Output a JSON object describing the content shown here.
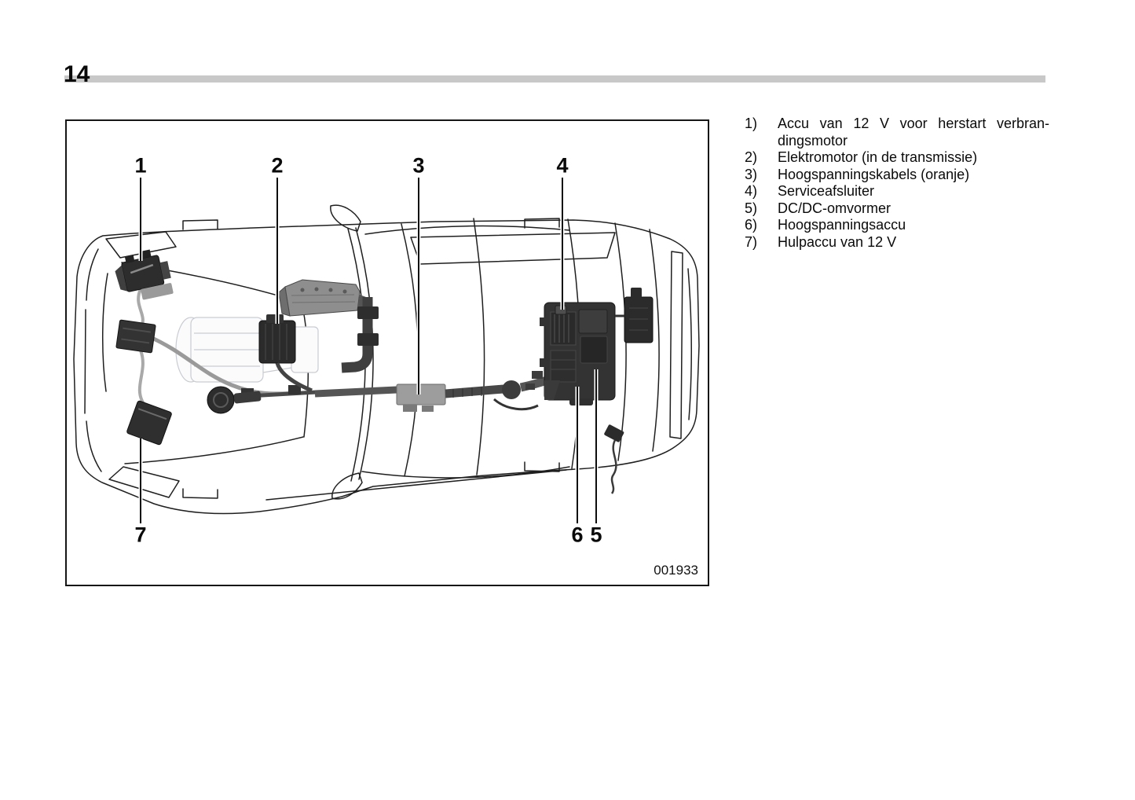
{
  "page": {
    "number": "14"
  },
  "figure": {
    "code": "001933",
    "callouts": {
      "top": [
        {
          "label": "1"
        },
        {
          "label": "2"
        },
        {
          "label": "3"
        },
        {
          "label": "4"
        }
      ],
      "bottom": [
        {
          "label": "7"
        },
        {
          "label": "6"
        },
        {
          "label": "5"
        }
      ]
    },
    "description": "top-view-car-hybrid-components-diagram"
  },
  "legend": {
    "items": [
      {
        "num": "1)",
        "text": "Accu van 12 V voor herstart verbran-",
        "text2": "dingsmotor"
      },
      {
        "num": "2)",
        "text": "Elektromotor (in de transmissie)",
        "text2": ""
      },
      {
        "num": "3)",
        "text": "Hoogspanningskabels (oranje)",
        "text2": ""
      },
      {
        "num": "4)",
        "text": "Serviceafsluiter",
        "text2": ""
      },
      {
        "num": "5)",
        "text": "DC/DC-omvormer",
        "text2": ""
      },
      {
        "num": "6)",
        "text": "Hoogspanningsaccu",
        "text2": ""
      },
      {
        "num": "7)",
        "text": "Hulpaccu van 12 V",
        "text2": ""
      }
    ]
  },
  "colors": {
    "header_bar": "#c8c8c8",
    "frame_border": "#161616",
    "line_art": "#1f1f1f",
    "component_dark": "#2e2e2e",
    "harness_light": "#9d9d9d"
  }
}
